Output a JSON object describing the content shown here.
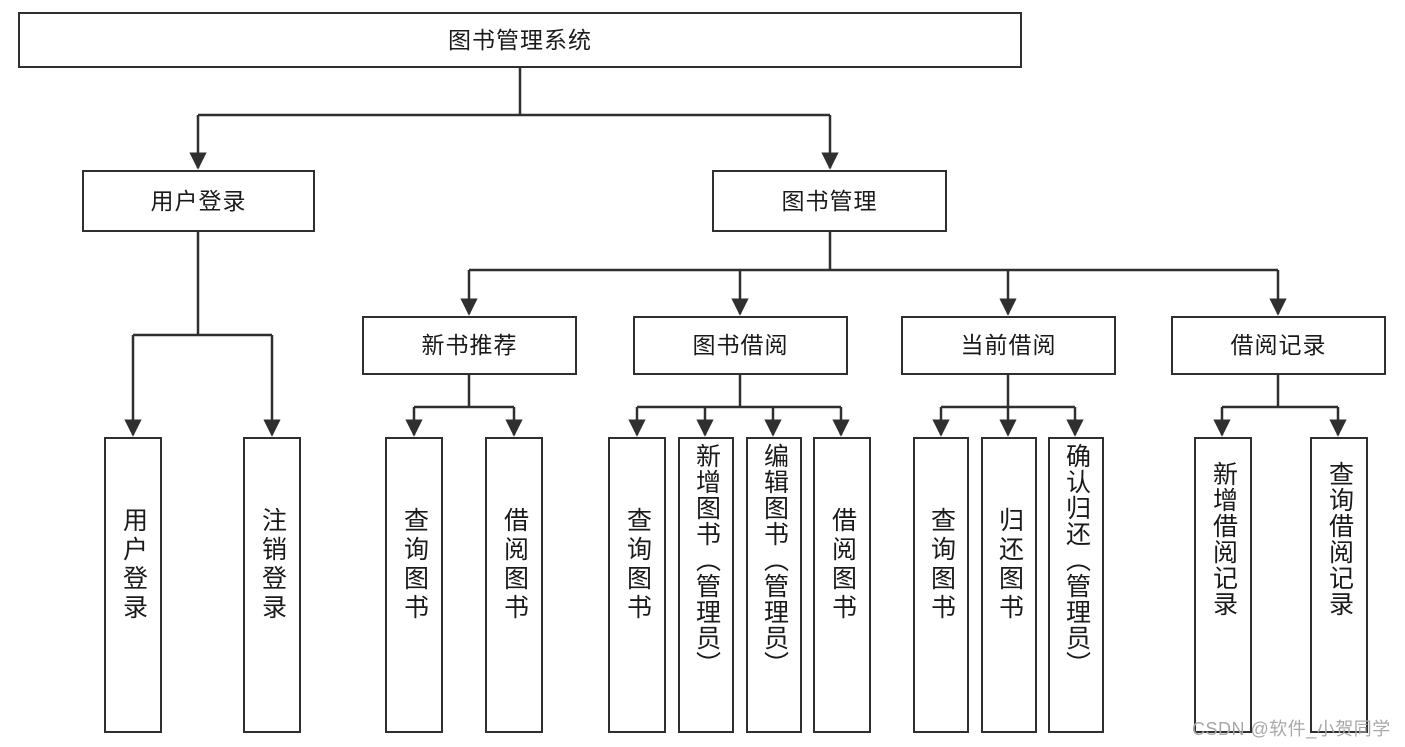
{
  "diagram": {
    "title_node": {
      "label": "图书管理系统"
    },
    "level2": [
      {
        "id": "user-login",
        "label": "用户登录"
      },
      {
        "id": "book-management",
        "label": "图书管理"
      }
    ],
    "level3": [
      {
        "id": "new-book-recommend",
        "label": "新书推荐"
      },
      {
        "id": "book-borrow",
        "label": "图书借阅"
      },
      {
        "id": "current-borrow",
        "label": "当前借阅"
      },
      {
        "id": "borrow-record",
        "label": "借阅记录"
      }
    ],
    "leaves": [
      {
        "id": "user-login-leaf",
        "label": "用户登录"
      },
      {
        "id": "logout-leaf",
        "label": "注销登录"
      },
      {
        "id": "query-book-1",
        "label": "查询图书"
      },
      {
        "id": "borrow-book-1",
        "label": "借阅图书"
      },
      {
        "id": "query-book-2",
        "label": "查询图书"
      },
      {
        "id": "add-book-admin",
        "label": "新增图书（管理员）"
      },
      {
        "id": "edit-book-admin",
        "label": "编辑图书（管理员）"
      },
      {
        "id": "borrow-book-2",
        "label": "借阅图书"
      },
      {
        "id": "query-book-3",
        "label": "查询图书"
      },
      {
        "id": "return-book",
        "label": "归还图书"
      },
      {
        "id": "confirm-return-admin",
        "label": "确认归还（管理员）"
      },
      {
        "id": "add-borrow-record",
        "label": "新增借阅记录"
      },
      {
        "id": "query-borrow-record",
        "label": "查询借阅记录"
      }
    ],
    "watermark": {
      "text": "CSDN @软件_小贺同学"
    },
    "colors": {
      "stroke": "#2f2f2f",
      "background": "#ffffff",
      "text": "#1a1a1a",
      "watermark": "#a8a8a8"
    }
  },
  "chart_data": {
    "type": "diagram",
    "title": "图书管理系统",
    "structure": "tree",
    "nodes": [
      {
        "id": "root",
        "label": "图书管理系统",
        "level": 0,
        "parent": null
      },
      {
        "id": "user-login",
        "label": "用户登录",
        "level": 1,
        "parent": "root"
      },
      {
        "id": "book-management",
        "label": "图书管理",
        "level": 1,
        "parent": "root"
      },
      {
        "id": "user-login-leaf",
        "label": "用户登录",
        "level": 2,
        "parent": "user-login"
      },
      {
        "id": "logout-leaf",
        "label": "注销登录",
        "level": 2,
        "parent": "user-login"
      },
      {
        "id": "new-book-recommend",
        "label": "新书推荐",
        "level": 2,
        "parent": "book-management"
      },
      {
        "id": "book-borrow",
        "label": "图书借阅",
        "level": 2,
        "parent": "book-management"
      },
      {
        "id": "current-borrow",
        "label": "当前借阅",
        "level": 2,
        "parent": "book-management"
      },
      {
        "id": "borrow-record",
        "label": "借阅记录",
        "level": 2,
        "parent": "book-management"
      },
      {
        "id": "query-book-1",
        "label": "查询图书",
        "level": 3,
        "parent": "new-book-recommend"
      },
      {
        "id": "borrow-book-1",
        "label": "借阅图书",
        "level": 3,
        "parent": "new-book-recommend"
      },
      {
        "id": "query-book-2",
        "label": "查询图书",
        "level": 3,
        "parent": "book-borrow"
      },
      {
        "id": "add-book-admin",
        "label": "新增图书（管理员）",
        "level": 3,
        "parent": "book-borrow"
      },
      {
        "id": "edit-book-admin",
        "label": "编辑图书（管理员）",
        "level": 3,
        "parent": "book-borrow"
      },
      {
        "id": "borrow-book-2",
        "label": "借阅图书",
        "level": 3,
        "parent": "book-borrow"
      },
      {
        "id": "query-book-3",
        "label": "查询图书",
        "level": 3,
        "parent": "current-borrow"
      },
      {
        "id": "return-book",
        "label": "归还图书",
        "level": 3,
        "parent": "current-borrow"
      },
      {
        "id": "confirm-return-admin",
        "label": "确认归还（管理员）",
        "level": 3,
        "parent": "current-borrow"
      },
      {
        "id": "add-borrow-record",
        "label": "新增借阅记录",
        "level": 3,
        "parent": "borrow-record"
      },
      {
        "id": "query-borrow-record",
        "label": "查询借阅记录",
        "level": 3,
        "parent": "borrow-record"
      }
    ]
  }
}
